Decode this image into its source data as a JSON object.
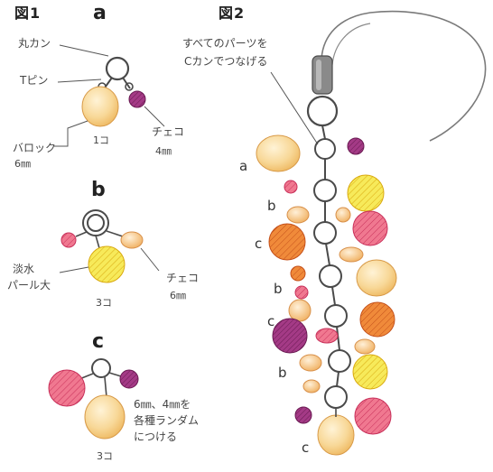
{
  "figure1": {
    "title": "図1",
    "panel_a": {
      "letter": "a",
      "ring_label": "丸カン",
      "pin_label": "Tピン",
      "baroque_label_1": "バロック",
      "baroque_label_2": "6㎜",
      "count": "1コ",
      "czech_label_1": "チェコ",
      "czech_label_2": "4㎜"
    },
    "panel_b": {
      "letter": "b",
      "pearl_label_1": "淡水",
      "pearl_label_2": "パール大",
      "czech_label_1": "チェコ",
      "czech_label_2": "6㎜",
      "count": "3コ"
    },
    "panel_c": {
      "letter": "c",
      "note_1": "6㎜、4㎜を",
      "note_2": "各種ランダム",
      "note_3": "につける",
      "count": "3コ"
    }
  },
  "figure2": {
    "title": "図2",
    "note_1": "すべてのパーツを",
    "note_2": "Cカンでつなげる",
    "row_labels": [
      "a",
      "b",
      "c",
      "b",
      "c",
      "b",
      "c"
    ]
  },
  "colors": {
    "line": "#555555",
    "ring": "#4a4a4a",
    "cream_bead": "#f6d08a",
    "yellow_bead": "#f4e23a",
    "pink_bead": "#e85a7a",
    "purple_bead": "#8a2a6a",
    "orange_bead": "#e8702a",
    "peach_bead": "#f2b878",
    "strap": "#7a7a7a"
  }
}
